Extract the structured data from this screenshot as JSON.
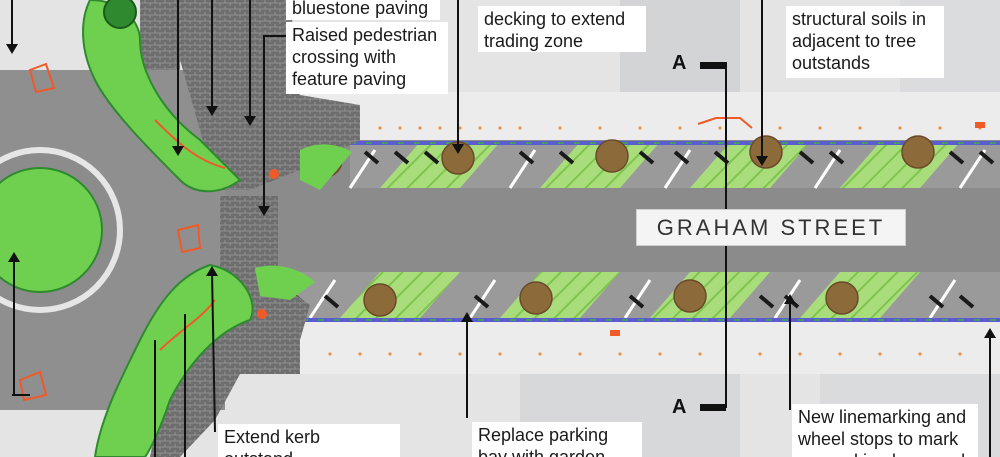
{
  "street_name": "GRAHAM STREET",
  "section_marker": {
    "top": "A",
    "bottom": "A"
  },
  "callouts": {
    "bluestone": "bluestone paving",
    "crossing": "Raised pedestrian\ncrossing with\nfeature paving",
    "decking": "decking to extend\ntrading zone",
    "soils": "structural soils in\nadjacent to tree\noutstands",
    "kerb": "Extend kerb outstand\nto accommodate",
    "parking": "Replace parking\nbay with garden",
    "linemarking": "New linemarking and\nwheel stops to mark\ncar parking bays and"
  },
  "colors": {
    "road": "#8b8b8b",
    "footpath": "#e2e2e2",
    "garden": "#6fcf4f",
    "parking_hatch": "#a6dc7a",
    "orange_accent": "#f05a28",
    "blue_line": "#5a5ccf",
    "paving": "#7a7a7a"
  }
}
